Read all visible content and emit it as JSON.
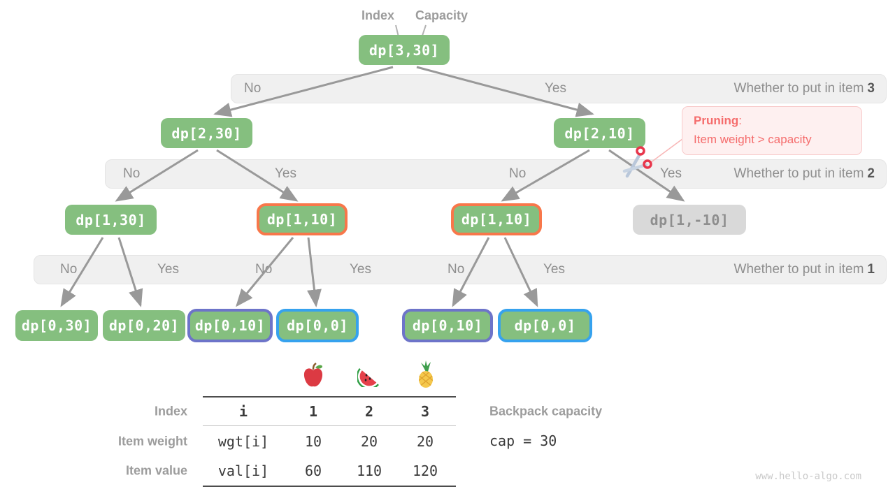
{
  "pointers": {
    "index": "Index",
    "capacity": "Capacity"
  },
  "nodes": {
    "root": "dp[3,30]",
    "l2": [
      "dp[2,30]",
      "dp[2,10]"
    ],
    "l3": [
      "dp[1,30]",
      "dp[1,10]",
      "dp[1,10]",
      "dp[1,-10]"
    ],
    "l4": [
      "dp[0,30]",
      "dp[0,20]",
      "dp[0,10]",
      "dp[0,0]",
      "dp[0,10]",
      "dp[0,0]"
    ]
  },
  "bands": [
    {
      "labels": [
        "No",
        "Yes"
      ],
      "question": "Whether to put in item",
      "item": "3"
    },
    {
      "labels": [
        "No",
        "Yes",
        "No",
        "Yes"
      ],
      "question": "Whether to put in item",
      "item": "2"
    },
    {
      "labels": [
        "No",
        "Yes",
        "No",
        "Yes",
        "No",
        "Yes"
      ],
      "question": "Whether to put in item",
      "item": "1"
    }
  ],
  "pruning": {
    "title": "Pruning",
    "colon": ":",
    "line2": "Item weight > capacity"
  },
  "icons": {
    "scissors": "scissors",
    "fruits": [
      "apple",
      "watermelon",
      "pineapple"
    ]
  },
  "table": {
    "row_labels": [
      "Index",
      "Item weight",
      "Item value"
    ],
    "header": [
      "i",
      "1",
      "2",
      "3"
    ],
    "weight": [
      "wgt[i]",
      "10",
      "20",
      "20"
    ],
    "value": [
      "val[i]",
      "60",
      "110",
      "120"
    ]
  },
  "capacity_info": {
    "label": "Backpack capacity",
    "code": "cap = 30"
  },
  "watermark": "www.hello-algo.com",
  "colors": {
    "node_green": "#85bf7f",
    "node_gray": "#d9d9d9",
    "border_orange": "#f8774a",
    "border_purple": "#6d74c9",
    "border_blue": "#36a2ee",
    "pruning_red": "#f56c6c",
    "band_gray": "#f0f0f0",
    "arrow_gray": "#999999"
  }
}
